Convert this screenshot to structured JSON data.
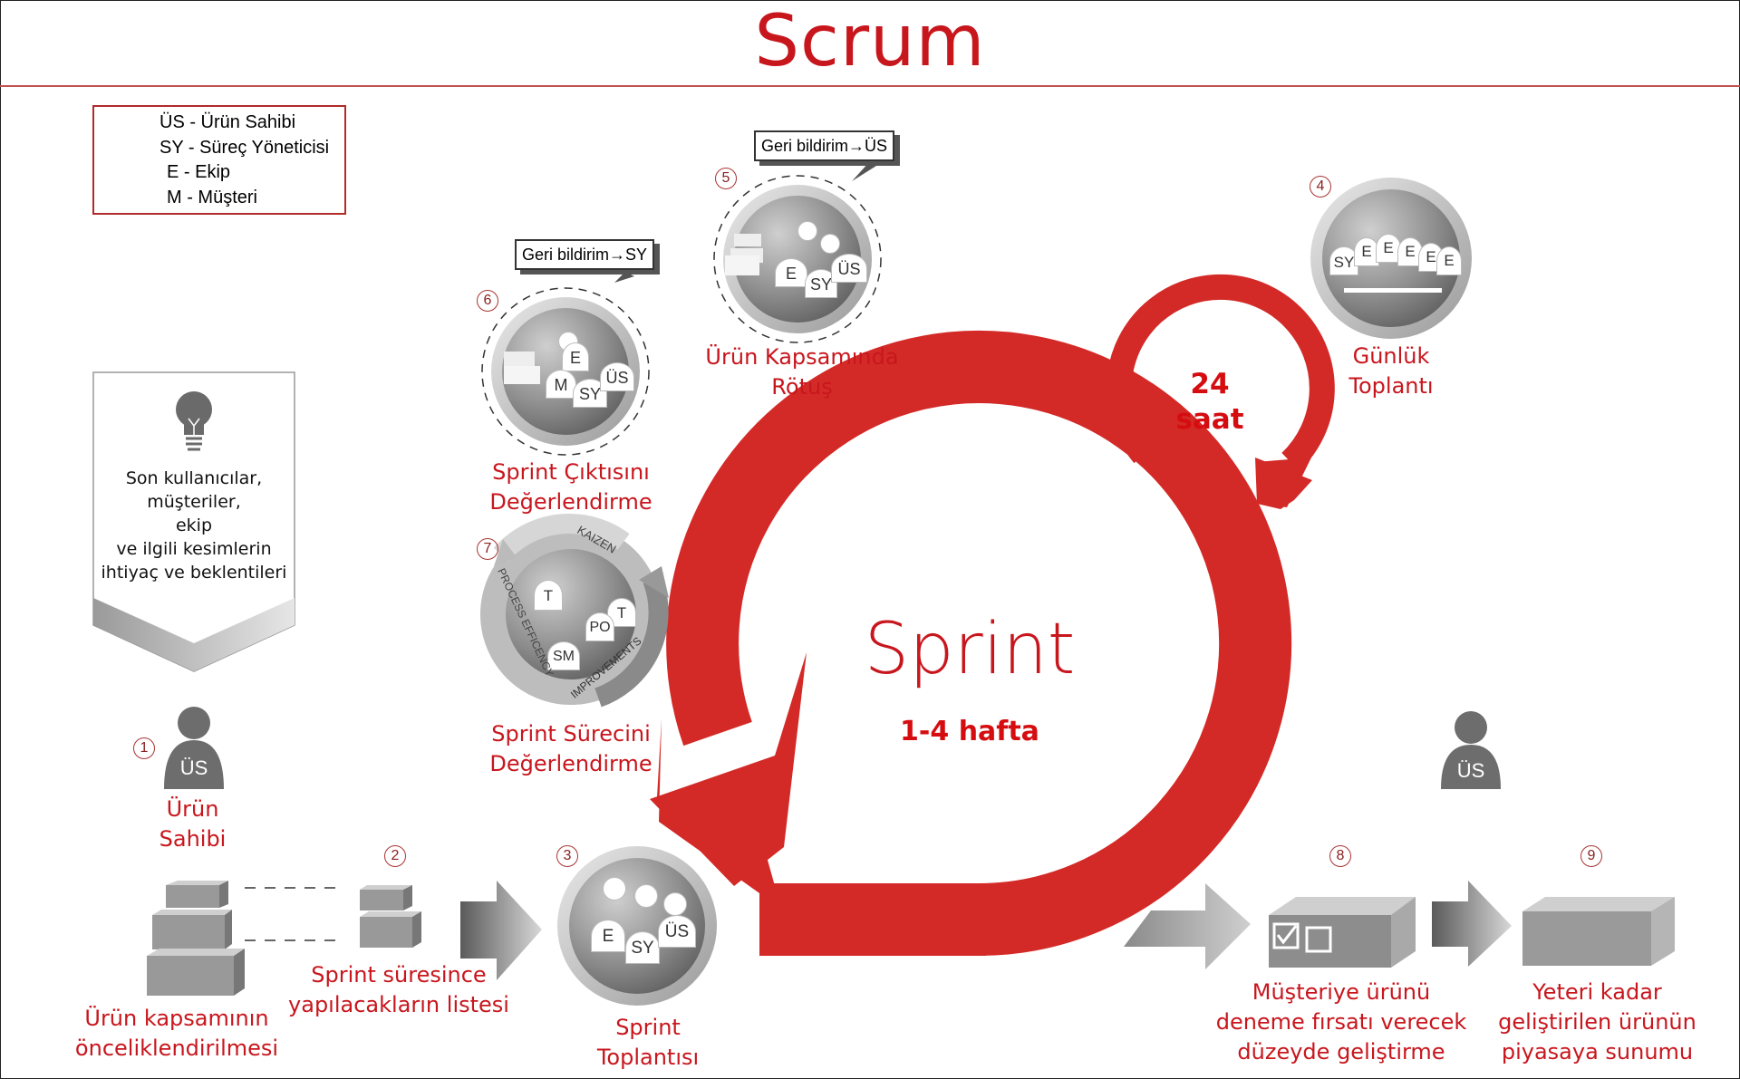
{
  "title": "Scrum",
  "legend": {
    "icon": "person-icon",
    "items": [
      "ÜS - Ürün Sahibi",
      "SY - Süreç Yöneticisi",
      " E - Ekip",
      " M - Müşteri"
    ]
  },
  "needs_banner": {
    "icon": "lightbulb-icon",
    "lines": [
      "Son kullanıcılar,",
      "müşteriler,",
      "ekip",
      "ve ilgili kesimlerin",
      "ihtiyaç ve beklentileri"
    ]
  },
  "steps": [
    {
      "number": "1",
      "label_lines": [
        "Ürün",
        "Sahibi"
      ],
      "badge": "ÜS"
    },
    {
      "number": "2",
      "label_lines": [
        "Sprint süresince",
        "yapılacakların listesi"
      ]
    },
    {
      "number": "3",
      "label_lines": [
        "Sprint",
        "Toplantısı"
      ],
      "people": [
        "E",
        "SY",
        "ÜS"
      ]
    },
    {
      "number": "4",
      "label_lines": [
        "Günlük",
        "Toplantı"
      ],
      "people": [
        "SY",
        "E",
        "E",
        "E",
        "E",
        "E"
      ]
    },
    {
      "number": "5",
      "label_lines": [
        "Ürün Kapsamında",
        "Rötuş"
      ],
      "people": [
        "E",
        "SY",
        "ÜS"
      ],
      "feedback": "Geri bildirim→ÜS"
    },
    {
      "number": "6",
      "label_lines": [
        "Sprint Çıktısını",
        "Değerlendirme"
      ],
      "people": [
        "E",
        "M",
        "SY",
        "ÜS"
      ],
      "feedback": "Geri bildirim→SY"
    },
    {
      "number": "7",
      "label_lines": [
        "Sprint Sürecini",
        "Değerlendirme"
      ],
      "people": [
        "T",
        "T",
        "PO",
        "SM"
      ],
      "cycle_words": [
        "KAIZEN",
        "PROCESS EFFICENCY",
        "IMPROVEMENTS"
      ]
    },
    {
      "number": "8",
      "label_lines": [
        "Müşteriye ürünü",
        "deneme fırsatı verecek",
        "düzeyde geliştirme"
      ]
    },
    {
      "number": "9",
      "label_lines": [
        "Yeteri kadar",
        "geliştirilen ürünün",
        "piyasaya sunumu"
      ],
      "badge": "ÜS"
    }
  ],
  "backlog_label_lines": [
    "Ürün kapsamının",
    "önceliklendirilmesi"
  ],
  "sprint": {
    "title": "Sprint",
    "duration": "1-4 hafta"
  },
  "daily": {
    "value": "24",
    "unit": "saat"
  },
  "colors": {
    "accent": "#c8161d",
    "arrow_red": "#d32a27",
    "gray": "#6d6d6d"
  }
}
